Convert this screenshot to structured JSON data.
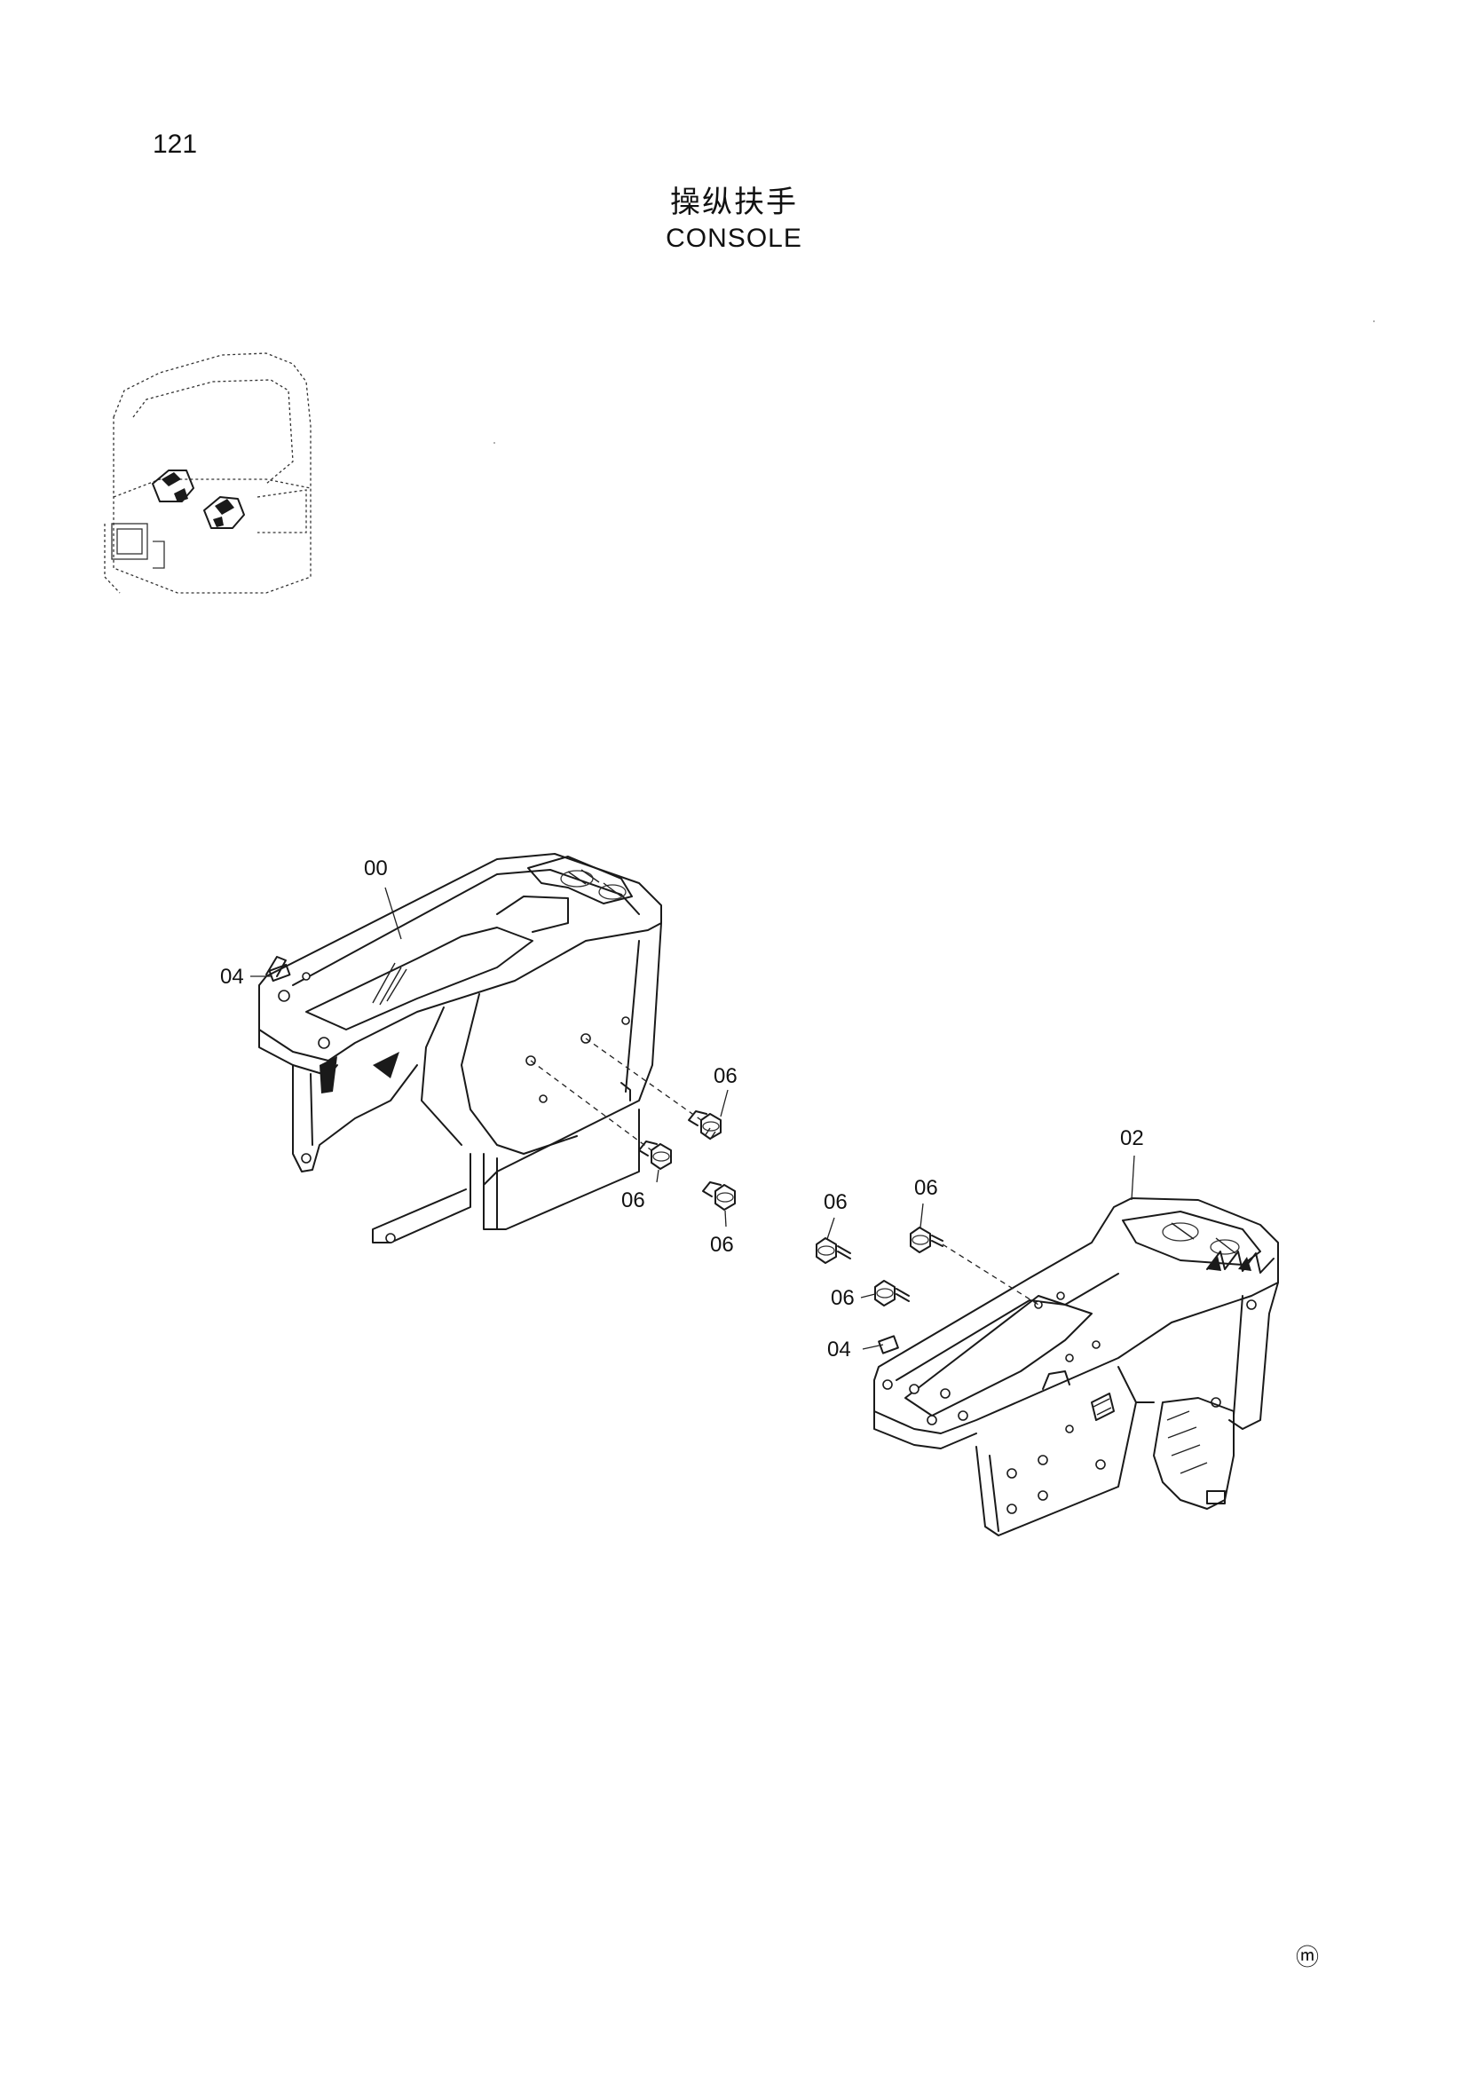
{
  "page": {
    "number": "121",
    "title_cn": "操纵扶手",
    "title_en": "CONSOLE",
    "footer_mark": "ⓜ"
  },
  "callouts": {
    "left_console": "00",
    "right_console": "02",
    "clip_left": "04",
    "clip_right": "04",
    "bolt_a": "06",
    "bolt_b": "06",
    "bolt_c": "06",
    "bolt_d": "06",
    "bolt_e": "06",
    "bolt_f": "06"
  }
}
